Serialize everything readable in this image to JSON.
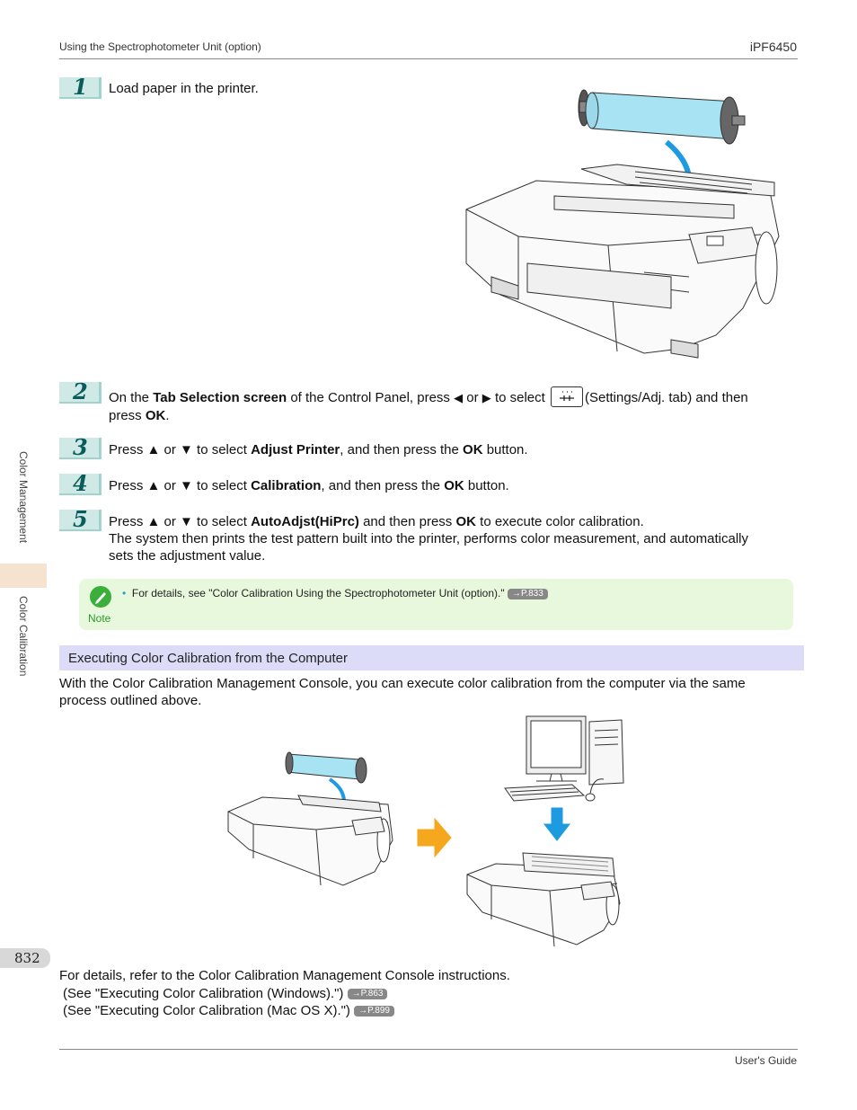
{
  "header": {
    "section": "Using the Spectrophotometer Unit (option)",
    "model": "iPF6450"
  },
  "sidebar": {
    "chapter": "Color Management",
    "subsection": "Color Calibration",
    "page_number": "832"
  },
  "steps": [
    {
      "num": "1",
      "text": "Load paper in the printer."
    },
    {
      "num": "2",
      "t1": "On the ",
      "b1": "Tab Selection screen",
      "t2": " of the Control Panel, press ",
      "t3": " or ",
      "t4": " to select ",
      "t5": "(Settings/Adj. tab) and then",
      "line2a": "press ",
      "b2": "OK",
      "line2b": "."
    },
    {
      "num": "3",
      "t1": "Press ▲ or ▼ to select ",
      "b1": "Adjust Printer",
      "t2": ", and then press the ",
      "b2": "OK",
      "t3": " button."
    },
    {
      "num": "4",
      "t1": "Press ▲ or ▼ to select ",
      "b1": "Calibration",
      "t2": ", and then press the ",
      "b2": "OK",
      "t3": " button."
    },
    {
      "num": "5",
      "t1": "Press ▲ or ▼ to select ",
      "b1": "AutoAdjst(HiPrc)",
      "t2": " and then press ",
      "b2": "OK",
      "t3": " to execute color calibration.",
      "line2": "The system then prints the test pattern built into the printer, performs color measurement, and automatically",
      "line3": "sets the adjustment value."
    }
  ],
  "note": {
    "label": "Note",
    "bullet": "•",
    "text": "For details, see \"Color Calibration Using the Spectrophotometer Unit (option).\"",
    "ref": "→P.833"
  },
  "section": {
    "title": "Executing Color Calibration from the Computer",
    "intro1": "With the Color Calibration Management Console, you can execute color calibration from the computer via the same",
    "intro2": "process outlined above."
  },
  "footer_text": {
    "line1": "For details, refer to the Color Calibration Management Console instructions.",
    "line2": "(See \"Executing Color Calibration (Windows).\")",
    "ref2": "→P.863",
    "line3": "(See \"Executing Color Calibration (Mac OS X).\")",
    "ref3": "→P.899"
  },
  "footer": {
    "guide": "User's Guide"
  },
  "colors": {
    "step_bg": "#cfe9e6",
    "note_bg": "#e8f8dd",
    "section_bg": "#dcdcf8",
    "sidetab": "#f5e3cf",
    "arrow_blue": "#1e9be0",
    "arrow_orange": "#f5a81e"
  }
}
